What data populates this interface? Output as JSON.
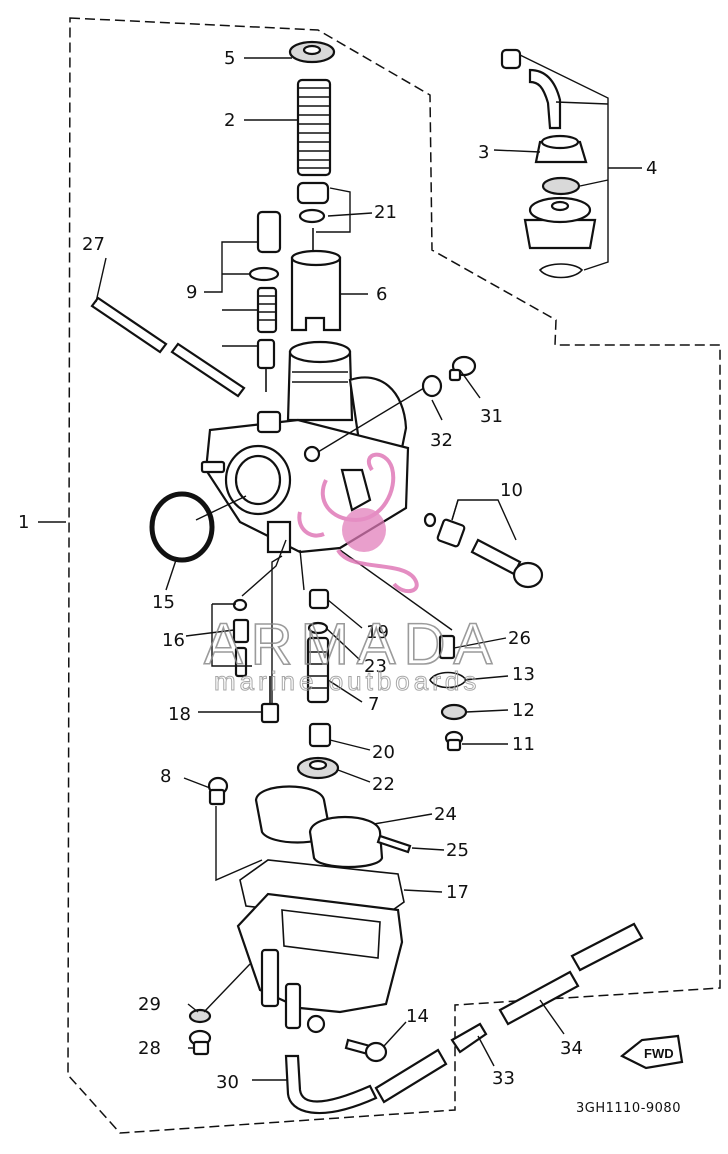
{
  "drawing_code": "3GH1110-9080",
  "watermark": {
    "brand": "ARMADA",
    "tagline": "marine outboards",
    "color": "#e07ab8"
  },
  "direction_badge": "FWD",
  "callouts": [
    "1",
    "2",
    "3",
    "4",
    "5",
    "6",
    "7",
    "8",
    "9",
    "10",
    "11",
    "12",
    "13",
    "14",
    "15",
    "16",
    "17",
    "18",
    "19",
    "20",
    "21",
    "22",
    "23",
    "24",
    "25",
    "26",
    "27",
    "28",
    "29",
    "30",
    "31",
    "32",
    "33",
    "34"
  ]
}
